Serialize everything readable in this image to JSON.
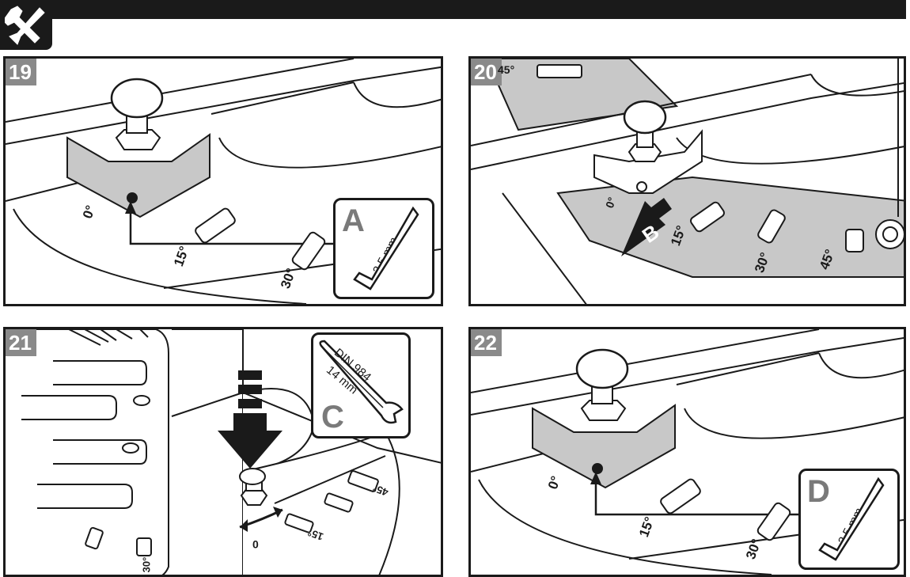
{
  "steps": {
    "s19": {
      "number": "19",
      "callout_letter": "A",
      "tool_size": "2,5 mm",
      "angles": [
        "0°",
        "15°",
        "30°"
      ]
    },
    "s20": {
      "number": "20",
      "callout_letter": "B",
      "angles": [
        "0°",
        "15°",
        "30°",
        "45°"
      ],
      "scale_label": "45°"
    },
    "s21": {
      "number": "21",
      "callout_letter": "C",
      "tool_standard": "DIN 984",
      "tool_size": "14 mm",
      "angles": [
        "0",
        "15°",
        "30°",
        "45°"
      ]
    },
    "s22": {
      "number": "22",
      "callout_letter": "D",
      "tool_size": "2,5 mm",
      "angles": [
        "0°",
        "15°",
        "30°"
      ]
    }
  },
  "colors": {
    "frame": "#1a1a1a",
    "step_badge": "#8a8a8a",
    "highlight_gray": "#c8c8c8",
    "callout_letter": "#7a7a7a"
  },
  "icons": {
    "header": "tools-icon"
  }
}
